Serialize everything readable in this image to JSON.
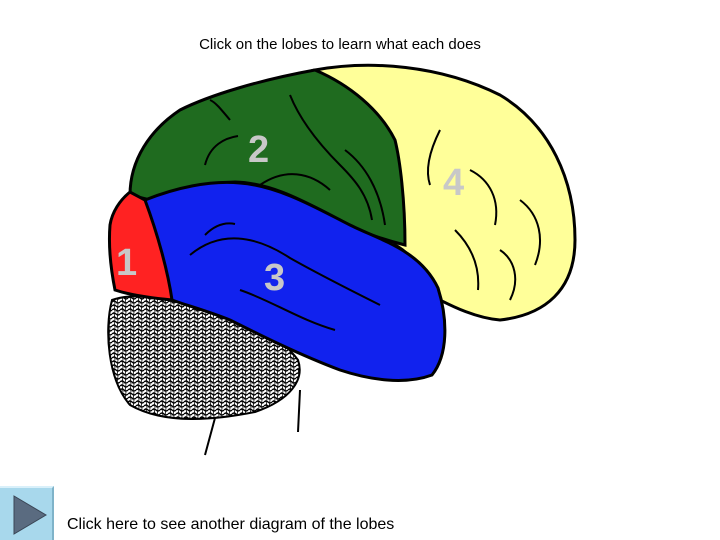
{
  "instruction": "Click on the lobes to learn what each does",
  "lobes": [
    {
      "number": "1",
      "color": "#ff2222"
    },
    {
      "number": "2",
      "color": "#1f6b1f"
    },
    {
      "number": "3",
      "color": "#1122ee"
    },
    {
      "number": "4",
      "color": "#ffff99"
    }
  ],
  "cerebellum_color": "#000000",
  "nav_button_icon": "play-triangle-icon",
  "bottom_link": "Click here to see another diagram of the lobes"
}
